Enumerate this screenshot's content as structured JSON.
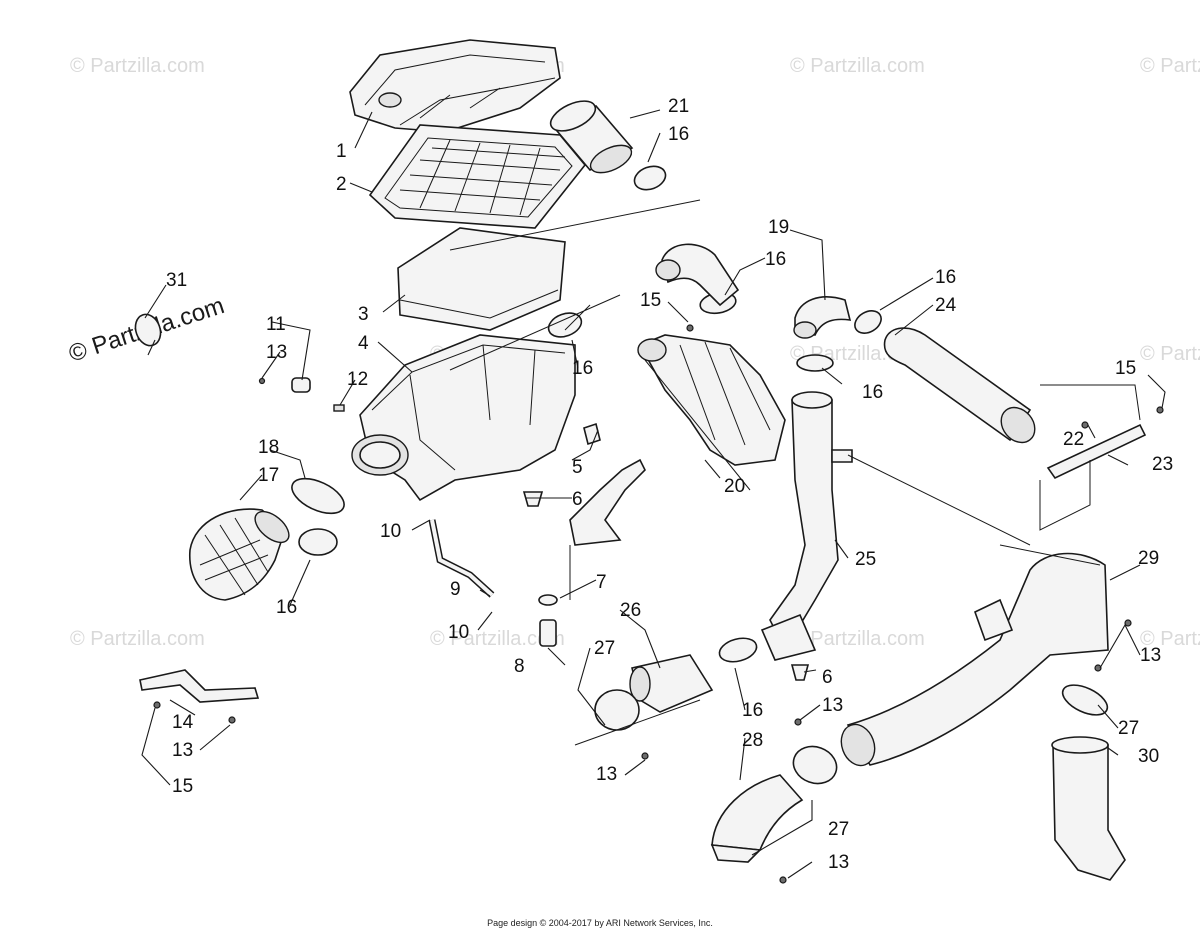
{
  "watermark": {
    "text": "© Partzilla.com"
  },
  "footer": {
    "text": "Page design © 2004-2017 by ARI Network Services, Inc."
  },
  "callouts": [
    {
      "id": "c1",
      "text": "1"
    },
    {
      "id": "c2",
      "text": "2"
    },
    {
      "id": "c3",
      "text": "3"
    },
    {
      "id": "c4",
      "text": "4"
    },
    {
      "id": "c5",
      "text": "5"
    },
    {
      "id": "c6a",
      "text": "6"
    },
    {
      "id": "c6b",
      "text": "6"
    },
    {
      "id": "c7",
      "text": "7"
    },
    {
      "id": "c8",
      "text": "8"
    },
    {
      "id": "c9",
      "text": "9"
    },
    {
      "id": "c10a",
      "text": "10"
    },
    {
      "id": "c10b",
      "text": "10"
    },
    {
      "id": "c11",
      "text": "11"
    },
    {
      "id": "c12",
      "text": "12"
    },
    {
      "id": "c13a",
      "text": "13"
    },
    {
      "id": "c13b",
      "text": "13"
    },
    {
      "id": "c13c",
      "text": "13"
    },
    {
      "id": "c13d",
      "text": "13"
    },
    {
      "id": "c13e",
      "text": "13"
    },
    {
      "id": "c13f",
      "text": "13"
    },
    {
      "id": "c14",
      "text": "14"
    },
    {
      "id": "c15a",
      "text": "15"
    },
    {
      "id": "c15b",
      "text": "15"
    },
    {
      "id": "c15c",
      "text": "15"
    },
    {
      "id": "c16a",
      "text": "16"
    },
    {
      "id": "c16b",
      "text": "16"
    },
    {
      "id": "c16c",
      "text": "16"
    },
    {
      "id": "c16d",
      "text": "16"
    },
    {
      "id": "c16e",
      "text": "16"
    },
    {
      "id": "c16f",
      "text": "16"
    },
    {
      "id": "c16g",
      "text": "16"
    },
    {
      "id": "c17",
      "text": "17"
    },
    {
      "id": "c18",
      "text": "18"
    },
    {
      "id": "c19",
      "text": "19"
    },
    {
      "id": "c20",
      "text": "20"
    },
    {
      "id": "c21",
      "text": "21"
    },
    {
      "id": "c22",
      "text": "22"
    },
    {
      "id": "c23",
      "text": "23"
    },
    {
      "id": "c24",
      "text": "24"
    },
    {
      "id": "c25",
      "text": "25"
    },
    {
      "id": "c26",
      "text": "26"
    },
    {
      "id": "c27a",
      "text": "27"
    },
    {
      "id": "c27b",
      "text": "27"
    },
    {
      "id": "c27c",
      "text": "27"
    },
    {
      "id": "c28",
      "text": "28"
    },
    {
      "id": "c29",
      "text": "29"
    },
    {
      "id": "c30",
      "text": "30"
    },
    {
      "id": "c31",
      "text": "31"
    }
  ]
}
